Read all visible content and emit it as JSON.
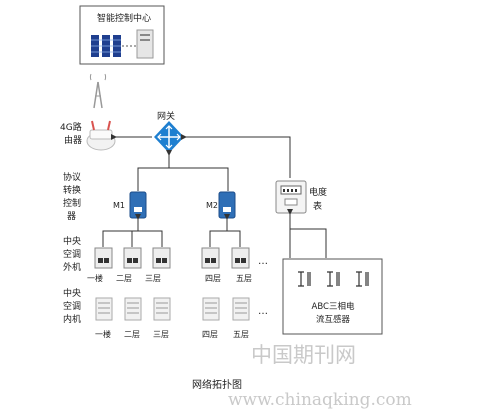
{
  "control_center": "智能控制中心",
  "gateway": "网关",
  "router_4g": [
    "4G路",
    "由器"
  ],
  "protocol_converter": [
    "协议",
    "转换",
    "控制",
    "器"
  ],
  "converters": [
    "M1",
    "M2"
  ],
  "meter": [
    "电度",
    "表"
  ],
  "outdoor_units_label": [
    "中央",
    "空调",
    "外机"
  ],
  "indoor_units_label": [
    "中央",
    "空调",
    "内机"
  ],
  "outdoor_units": [
    "一楼",
    "二层",
    "三层",
    "四层",
    "五层"
  ],
  "indoor_units": [
    "一楼",
    "二层",
    "三层",
    "四层",
    "五层"
  ],
  "ellipsis": "…",
  "ct_sensor": [
    "ABC三相电",
    "流互感器"
  ],
  "caption": "网络拓扑图",
  "watermark_cn": "中国期刊网",
  "watermark_url": "www.chinaqking.com",
  "colors": {
    "server_blue": "#1f3f8f",
    "gateway_blue": "#1e7fd0",
    "converter_blue": "#2f6fb6",
    "router_red": "#d9534f",
    "line": "#333333"
  },
  "icons": [
    "server-rack-icon",
    "antenna-icon",
    "router-icon",
    "gateway-icon",
    "converter-icon",
    "meter-icon",
    "outdoor-unit-icon",
    "indoor-unit-icon",
    "ct-sensor-icon"
  ]
}
